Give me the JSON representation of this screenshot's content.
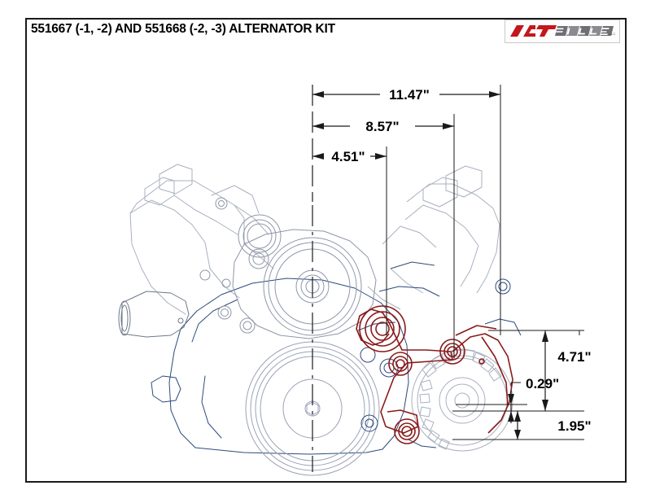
{
  "document": {
    "title": "551667 (-1, -2) AND 551668 (-2, -3) ALTERNATOR KIT",
    "sheet_background": "#ffffff",
    "border_color": "#1a1a1a"
  },
  "logo": {
    "brand_primary": "ICT",
    "brand_secondary": "BILLET",
    "primary_color": "#c4161c",
    "secondary_color": "#58585b",
    "name": "ict-billet-logo"
  },
  "drawing": {
    "view": "front engine accessory drive - alternator bracket kit",
    "engine_line_color": "#9aa3b5",
    "engine_detail_color": "#2d4a7c",
    "bracket_color": "#8b1a1a",
    "dimension_color": "#000000",
    "centerline_color": "#333333"
  },
  "dimensions": {
    "horizontal": [
      {
        "name": "overall-width",
        "label": "11.47\"",
        "value": 11.47,
        "unit": "in"
      },
      {
        "name": "mid-width",
        "label": "8.57\"",
        "value": 8.57,
        "unit": "in"
      },
      {
        "name": "near-width",
        "label": "4.51\"",
        "value": 4.51,
        "unit": "in"
      }
    ],
    "vertical": [
      {
        "name": "upper-height",
        "label": "4.71\"",
        "value": 4.71,
        "unit": "in"
      },
      {
        "name": "offset-height",
        "label": "0.29\"",
        "value": 0.29,
        "unit": "in"
      },
      {
        "name": "lower-height",
        "label": "1.95\"",
        "value": 1.95,
        "unit": "in"
      }
    ]
  }
}
